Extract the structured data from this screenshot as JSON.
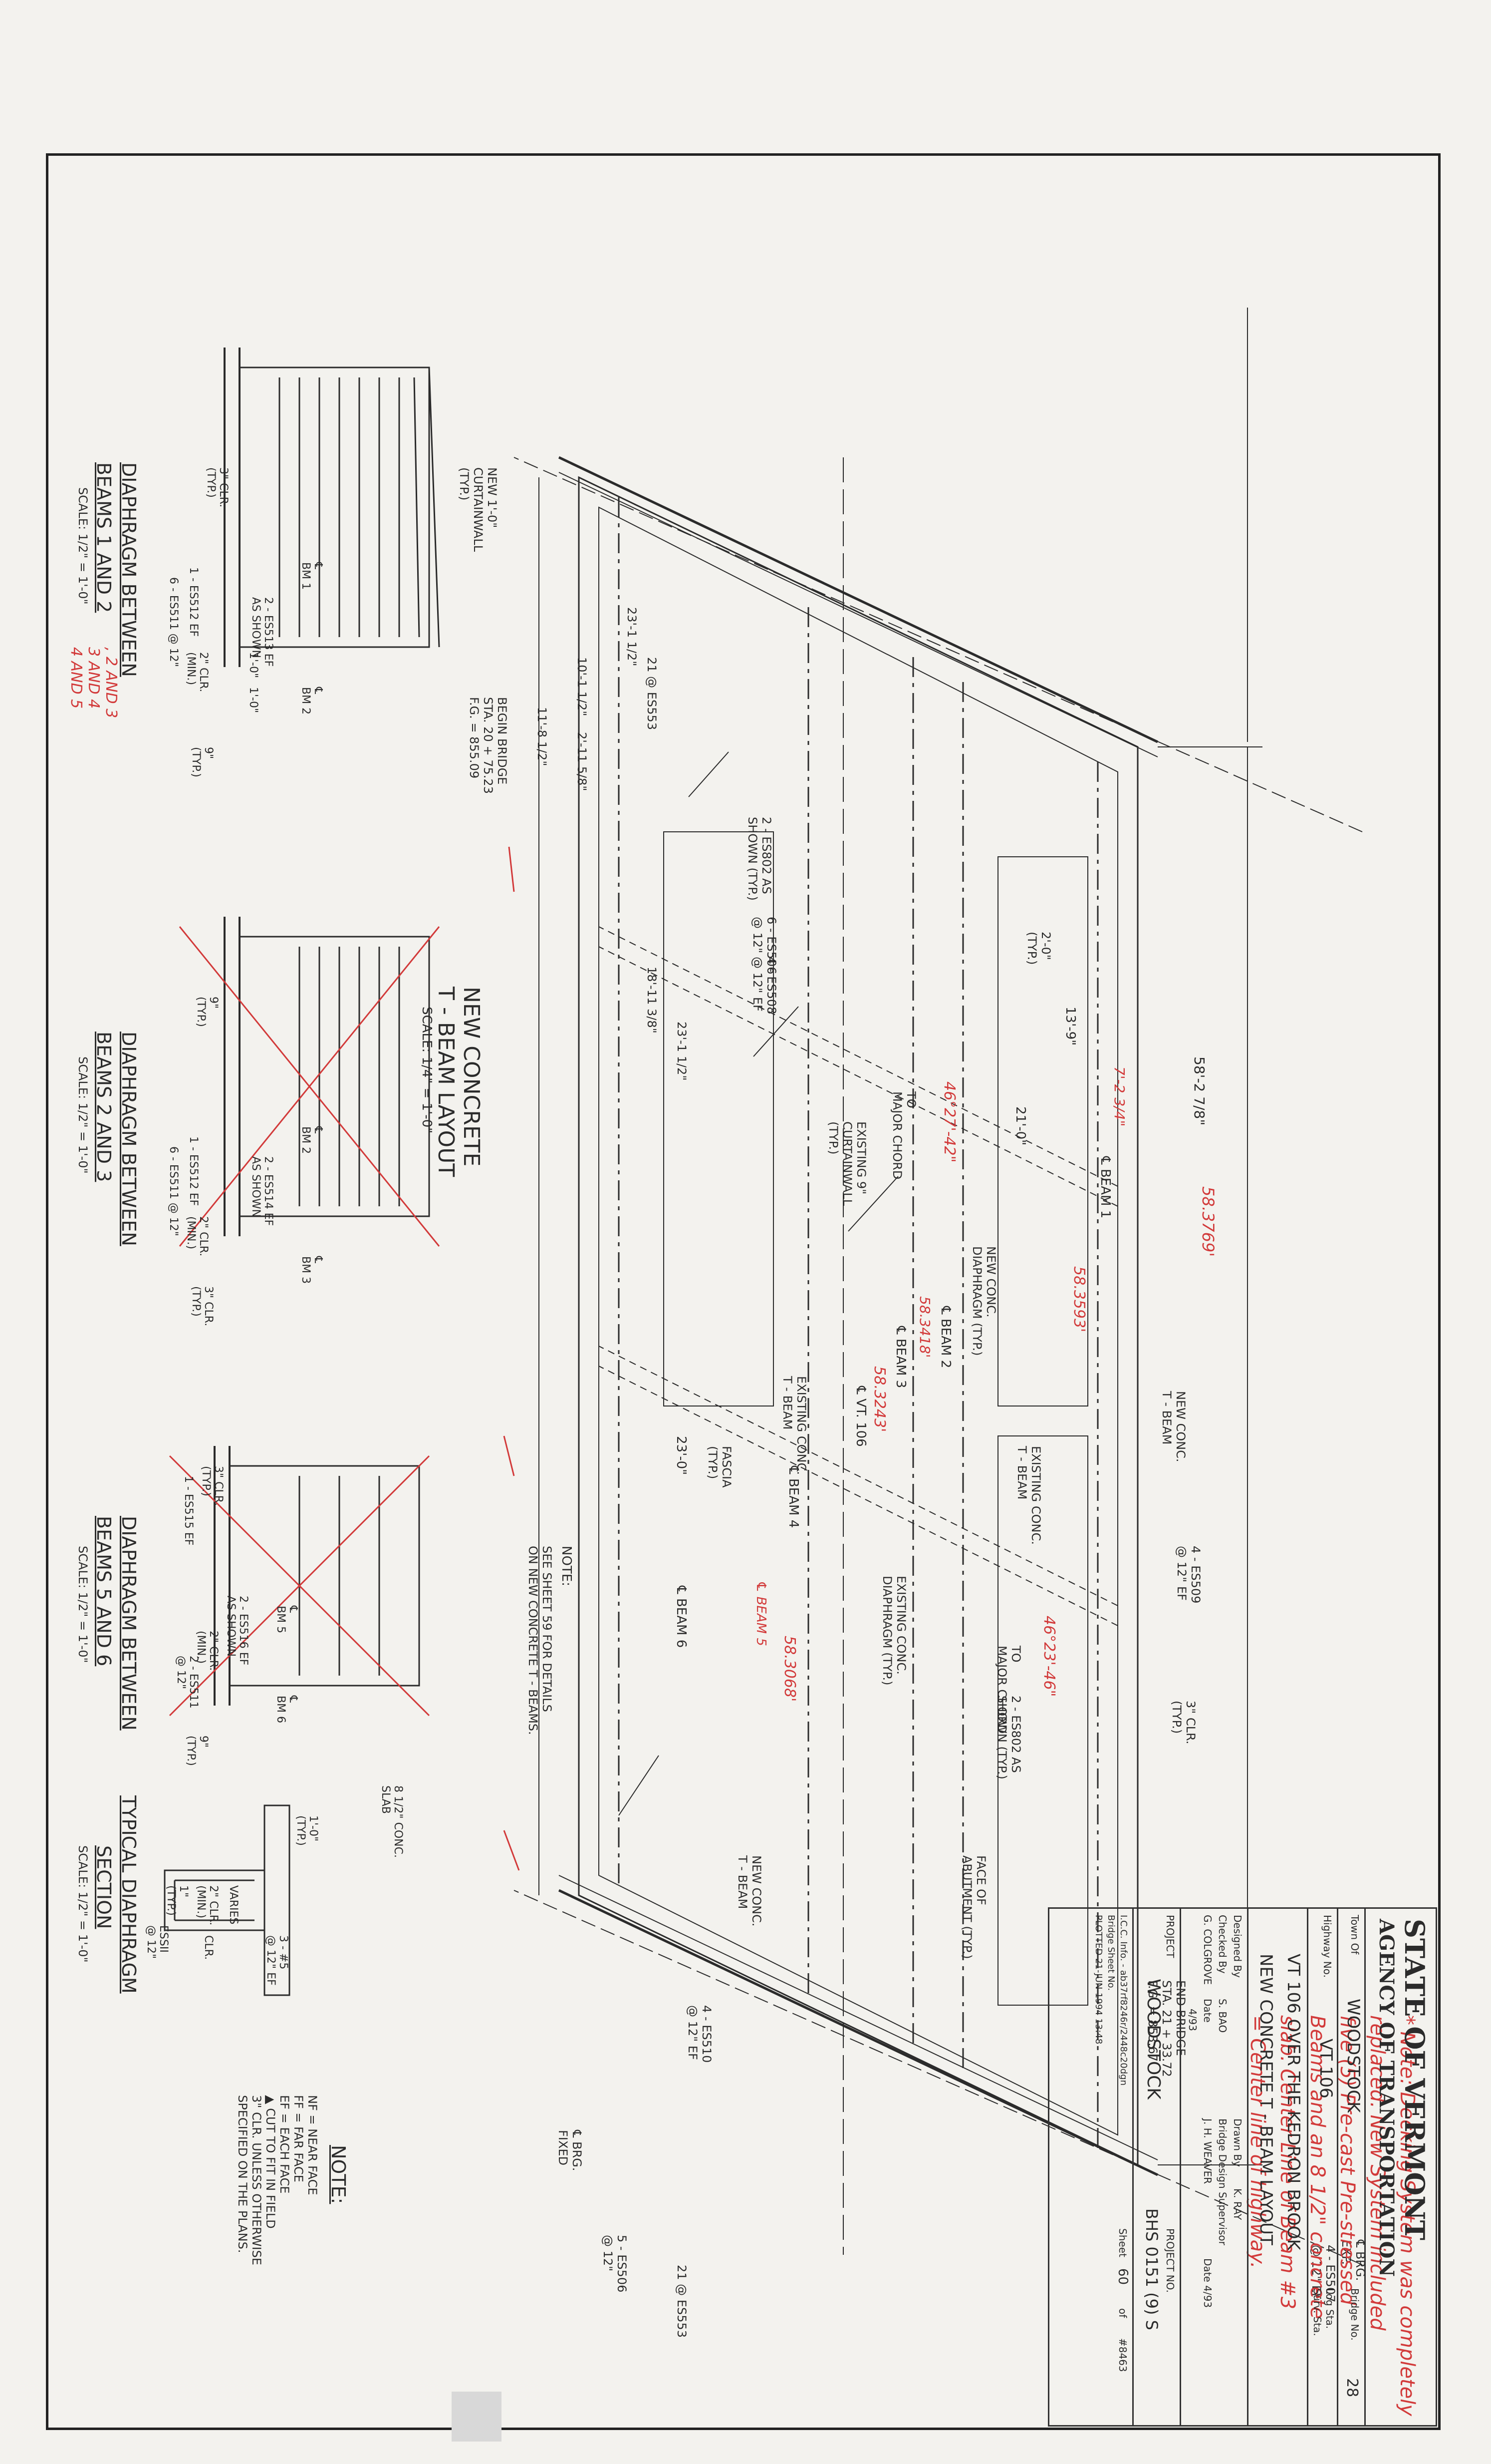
{
  "plan": {
    "title": "NEW CONCRETE\nT - BEAM LAYOUT",
    "scale": "SCALE: 1/4\" = 1'-0\"",
    "labels": {
      "brg_exp": "℄ BRG.\nEXP.",
      "brg_fixed": "℄ BRG.\nFIXED",
      "curtainwall_new": "NEW 1'-0\"\nCURTAINWALL\n(TYP.)",
      "es507": "4 - ES507\n@ 12\" EF",
      "es553_top": "21 @ ES553",
      "dim_10": "10'-1 1/2\"",
      "dim_23": "23'-1 1/2\"",
      "dim_11": "11'-8 1/2\"",
      "dim_2_11": "2'-11 5/8\"",
      "begin_bridge": "BEGIN BRIDGE\nSTA. 20 + 75.23\nF.G. = 855.09",
      "es802_left": "2 - ES802 AS\nSHOWN (TYP.)",
      "es506": "6 - ES506\n@ 12\"",
      "es508": "4 - ES508\n@ 12\" EF",
      "dim_18": "18'-11 3/8\"",
      "dim_23b": "23'-1 1/2\"",
      "dim_2_0": "2'-0\"\n(TYP.)",
      "dim_13": "13'-9\"",
      "dim_21": "21'-0\"",
      "major_chord_left": "TO\nMAJOR CHORD",
      "existing_curtain": "EXISTING 9\"\nCURTAINWALL\n(TYP.)",
      "span_total": "58'-2 7/8\"",
      "beam1": "℄ BEAM 1",
      "beam2": "℄ BEAM 2",
      "beam3": "℄ BEAM 3",
      "beam4": "℄ BEAM 4",
      "beam6": "℄ BEAM 6",
      "vt106": "℄ VT. 106",
      "new_conc_diaph": "NEW CONC.\nDIAPHRAGM (TYP.)",
      "new_conc_tbeam": "NEW CONC.\nT - BEAM",
      "existing_tbeam_a": "EXISTING CONC.\nT - BEAM",
      "existing_tbeam_b": "EXISTING CONC.\nT - BEAM",
      "existing_diaph": "EXISTING CONC.\nDIAPHRAGM (TYP.)",
      "dim_23c": "23'-0\"",
      "fascia": "FASCIA\n(TYP.)",
      "es509": "4 - ES509\n@ 12\" EF",
      "major_chord_right": "TO\nMAJOR CHORD",
      "es802_right": "2 - ES802 AS\nSHOWN (TYP.)",
      "clr_3": "3\" CLR.\n(TYP.)",
      "es553_bottom": "21 @ ES553",
      "face_abutment": "FACE OF\nABUTMENT (TYP.)",
      "new_conc_tbeam_b": "NEW CONC.\nT - BEAM",
      "end_bridge": "END BRIDGE\nSTA. 21 + 33.72\nF.G. = 853.67",
      "es510": "4 - ES510\n@ 12\" EF",
      "es506b": "5 - ES506\n@ 12\"",
      "note_label": "NOTE:",
      "note_text": "SEE SHEET 59 FOR DETAILS\nON NEW CONCRETE T - BEAMS."
    },
    "redlines": {
      "angle_left": "46°27'-42\"",
      "angle_right": "46°23'-46\"",
      "b1_len": "58.3769'",
      "b2_len": "58.3593'",
      "b3_len": "58.3418'",
      "b4_len": "58.3243'",
      "b6_len": "58.3068'",
      "mid_dim": "7'-2 3/4\"",
      "beam5": "℄ BEAM 5"
    }
  },
  "details": {
    "d1": {
      "title": "DIAPHRAGM BETWEEN",
      "title2": "BEAMS 1 AND 2",
      "redline": ", 2 AND 3\n3 AND 4\n4 AND 5",
      "scale": "SCALE: 1/2\" = 1'-0\"",
      "labels": {
        "bm1": "℄\nBM 1",
        "bm2": "℄\nBM 2",
        "es513": "2 - ES513 EF\nAS SHOWN",
        "clr": "3\" CLR.\n(TYP.)",
        "es512": "1 - ES512 EF",
        "es511": "6 - ES511 @ 12\"",
        "min": "2\" CLR.\n(MIN.)",
        "typ": "9\"\n(TYP.)",
        "d10a": "1'-0\"",
        "d10b": "1'-0\""
      }
    },
    "d2": {
      "title": "DIAPHRAGM BETWEEN",
      "title2": "BEAMS 2 AND 3",
      "scale": "SCALE: 1/2\" = 1'-0\"",
      "labels": {
        "bm2": "℄\nBM 2",
        "bm3": "℄\nBM 3",
        "es514": "2 - ES514 EF\nAS SHOWN",
        "typ": "9\"\n(TYP.)",
        "es512": "1 - ES512 EF",
        "es511": "6 - ES511 @ 12\"",
        "min": "2\" CLR.\n(MIN.)",
        "clr": "3\" CLR.\n(TYP.)"
      }
    },
    "d3": {
      "title": "DIAPHRAGM BETWEEN",
      "title2": "BEAMS 5 AND 6",
      "scale": "SCALE: 1/2\" = 1'-0\"",
      "labels": {
        "bm5": "℄\nBM 5",
        "bm6": "℄\nBM 6",
        "es516": "2 - ES516 EF\nAS SHOWN",
        "clr": "3\" CLR.\n(TYP.)",
        "es515": "1 - ES515 EF",
        "es511": "2 - ES511\n@ 12\"",
        "min": "2\" CLR.\n(MIN.)",
        "typ": "9\"\n(TYP.)"
      }
    },
    "d4": {
      "title": "TYPICAL DIAPHRAGM",
      "title2": "SECTION",
      "scale": "SCALE: 1/2\" = 1'-0\"",
      "labels": {
        "slab": "8 1/2\" CONC.\nSLAB",
        "varies": "VARIES",
        "clr2": "2\" CLR.\n(MIN.)",
        "clr": "CLR.",
        "typ1": "1'-0\"\n(TYP.)",
        "typ2": "1\"\n(TYP.)",
        "es511": "ESSII\n@ 12\"",
        "bars": "3 - #5\n@ 12\" EF"
      }
    }
  },
  "notes": {
    "title": "NOTE:",
    "lines": [
      "NF = NEAR FACE",
      "FF = FAR FACE",
      "EF = EACH FACE",
      "▲ CUT TO FIT IN FIELD",
      "3\" CLR. UNLESS OTHERWISE",
      "SPECIFIED ON THE PLANS."
    ]
  },
  "handwritten_note": "* Note: Decking System was completely\nreplaced. New System included\nfive (5) Pre-cast Pre-stressed\nBeams and an 8 1/2\" concrete\nslab. Center Line of Beam #3\n= Center line of highway.",
  "title_block": {
    "agency1": "STATE OF VERMONT",
    "agency2": "AGENCY OF TRANSPORTATION",
    "town_label": "Town Of",
    "town": "WOODSTOCK",
    "bridge_no_label": "Bridge No.",
    "bridge_no": "28",
    "highway_label": "Highway No.",
    "highway": "VT 106",
    "log_sta": "Log Sta.",
    "surv_sta": "Surv. Sta.",
    "line1": "VT 106 OVER THE KEDRON BROOK",
    "line2": "NEW CONCRETE T - BEAM LAYOUT",
    "designed_by": "Designed By",
    "checked_by": "Checked By",
    "checked_name": "S. BAO",
    "drawn_by": "Drawn By",
    "drawn_name": "K. RAY",
    "drawn_extra": "G. COLGROVE",
    "supervisor": "Bridge Design Supervisor",
    "supervisor_name": "J. H. WEAVER",
    "date_label": "Date",
    "date1": "4/93",
    "date2": "Date 4/93",
    "project_label": "PROJECT",
    "project": "WOODSTOCK",
    "project_no_label": "PROJECT NO.",
    "project_no": "BHS 0151 (9) S",
    "sheet_label": "Sheet",
    "sheet": "60",
    "of_label": "of",
    "cadd": "I.C.C. Info. - ab37rf8246r/2448c20dgn",
    "plotted": "PLOTTED 21-JUN-1994 13:48",
    "bridge_sheet": "Bridge Sheet No.",
    "file_no": "#8463"
  },
  "colors": {
    "ink": "#2b2b2b",
    "redline": "#d23a3a",
    "paper": "#f3f2ee"
  }
}
